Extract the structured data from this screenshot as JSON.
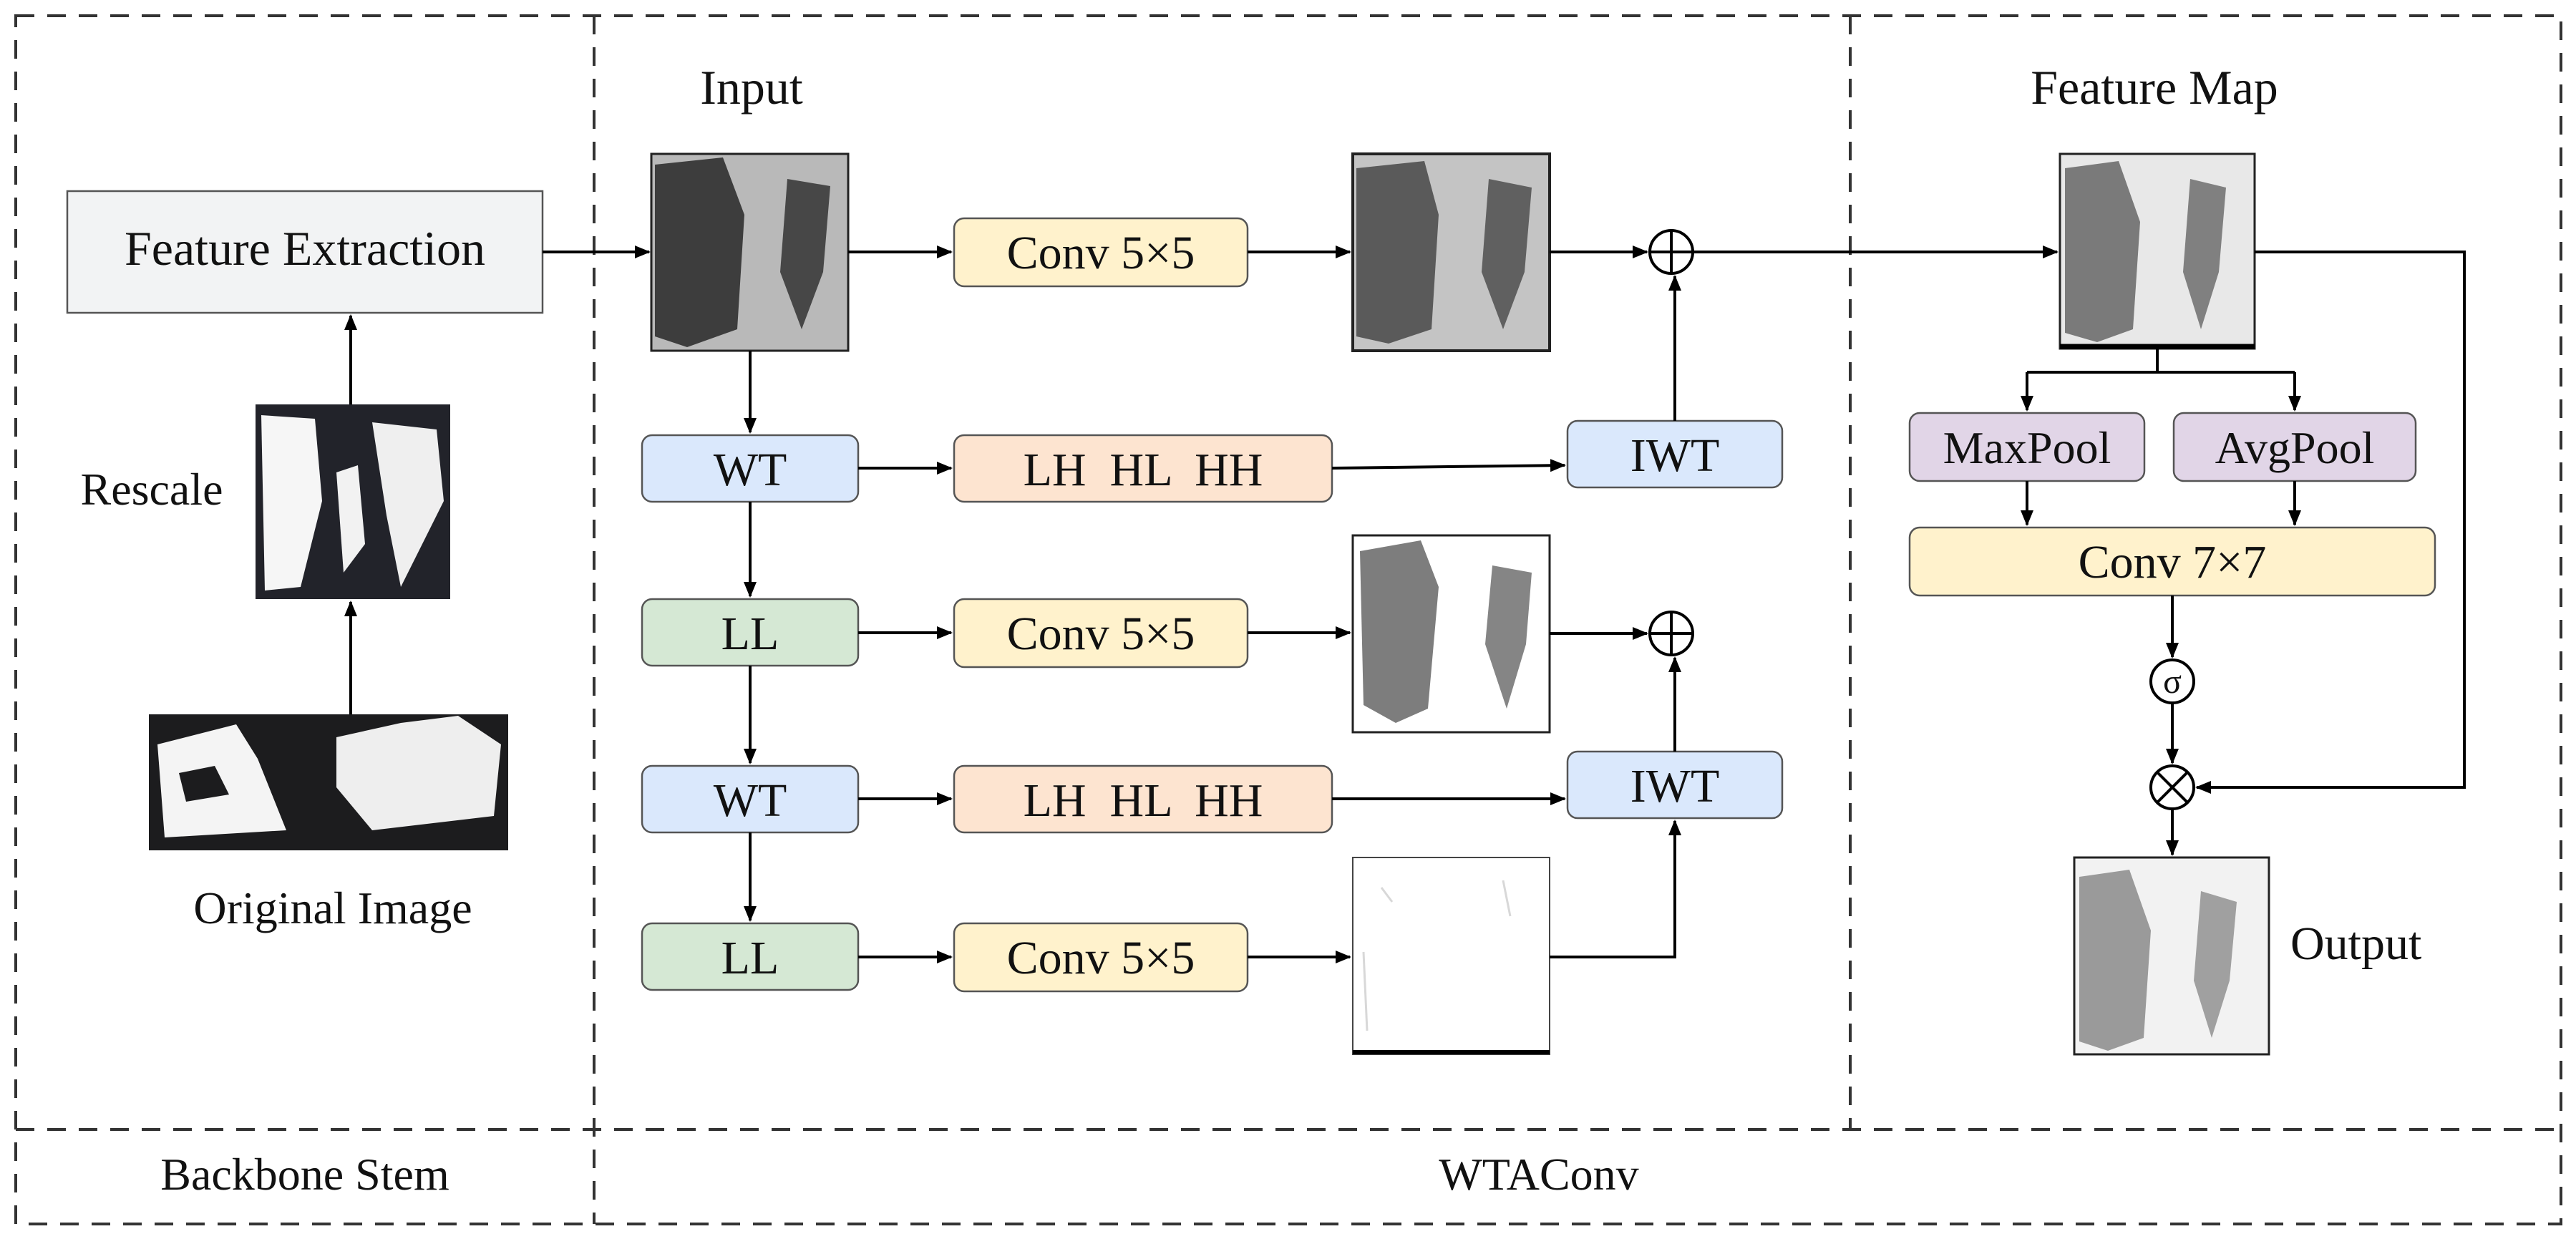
{
  "sections": {
    "backbone": "Backbone Stem",
    "wtaconv": "WTAConv"
  },
  "labels": {
    "input": "Input",
    "feature_map": "Feature Map",
    "rescale": "Rescale",
    "original_image": "Original Image",
    "output": "Output"
  },
  "blocks": {
    "feature_extraction": "Feature Extraction",
    "conv5": "Conv 5×5",
    "wt": "WT",
    "ll": "LL",
    "lh_hl_hh": "LH  HL  HH",
    "iwt": "IWT",
    "maxpool": "MaxPool",
    "avgpool": "AvgPool",
    "conv7": "Conv 7×7"
  },
  "symbols": {
    "add": "⊕",
    "multiply": "⊗",
    "sigma": "σ"
  },
  "colors": {
    "feature_extraction": "#f2f3f4",
    "conv": "#fff2cc",
    "wt_iwt": "#dae8fc",
    "ll": "#d5e8d4",
    "high_freq": "#fde4d0",
    "pool": "#e1d5e7"
  }
}
